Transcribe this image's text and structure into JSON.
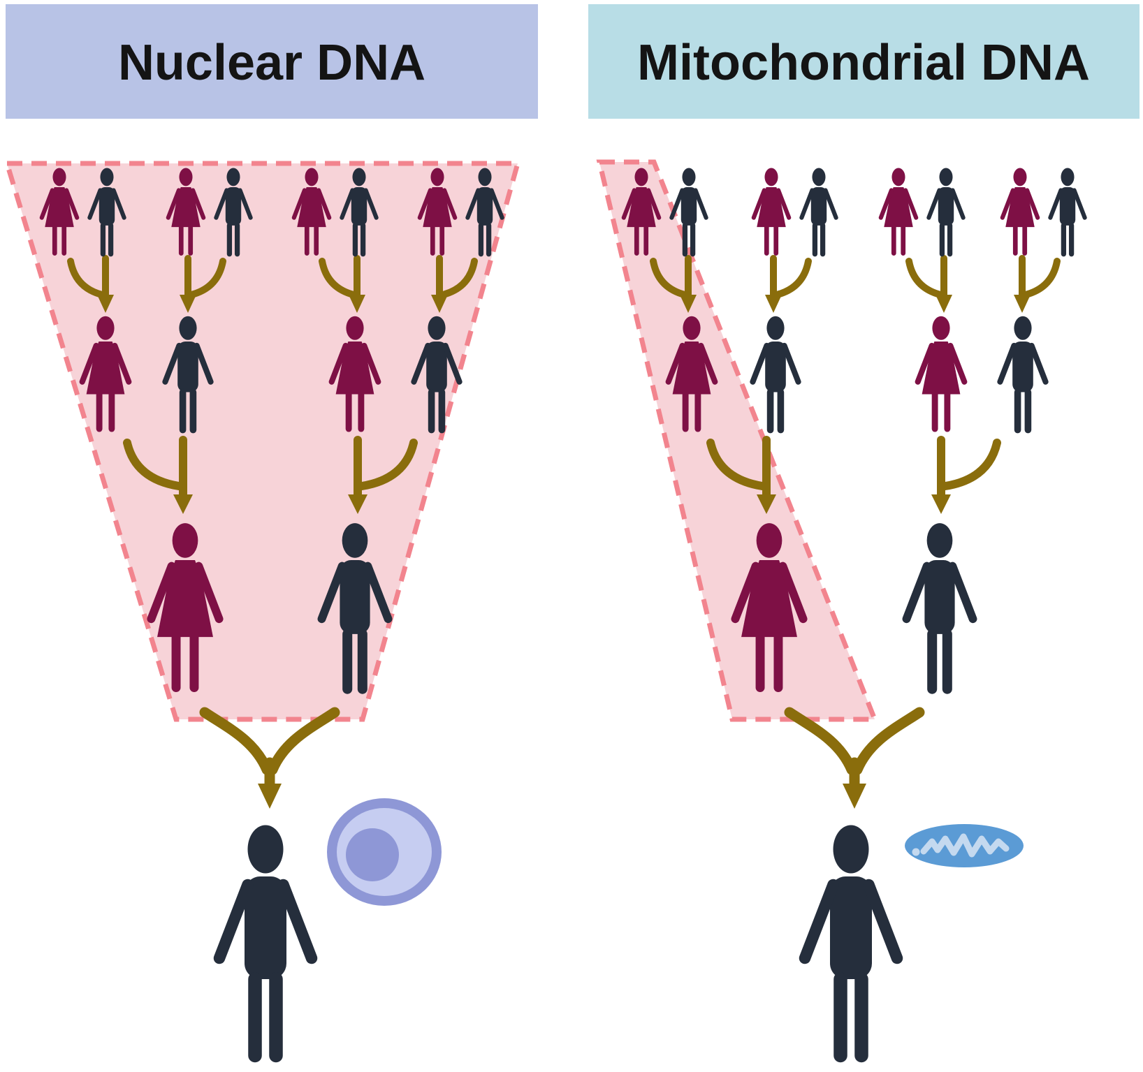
{
  "panels": [
    {
      "id": "nuclear",
      "title": "Nuclear DNA",
      "organelle": "cell",
      "highlighted_lineage": "all ancestors contribute",
      "generations": [
        {
          "label": "great-grandparent-couples",
          "couples": 4
        },
        {
          "label": "grandparent-couples",
          "couples": 2
        },
        {
          "label": "parent-couple",
          "couples": 1
        },
        {
          "label": "offspring",
          "individuals": 1
        }
      ]
    },
    {
      "id": "mitochondrial",
      "title": "Mitochondrial DNA",
      "organelle": "mitochondrion",
      "highlighted_lineage": "maternal line only",
      "generations": [
        {
          "label": "great-grandparent-couples",
          "couples": 4
        },
        {
          "label": "grandparent-couples",
          "couples": 2
        },
        {
          "label": "parent-couple",
          "couples": 1
        },
        {
          "label": "offspring",
          "individuals": 1
        }
      ]
    }
  ],
  "colors": {
    "background": "#ffffff",
    "header_nuclear": "#b8c3e6",
    "header_mitochondrial": "#b8dde6",
    "title_text": "#141414",
    "female": "#7e1045",
    "male": "#252e3c",
    "arrow": "#8a6d0c",
    "highlight_fill": "#f7d3d8",
    "highlight_border": "#f2848e",
    "cell_outline": "#8e97d6",
    "cell_cytoplasm": "#c6cdf1",
    "cell_nucleus": "#8e97d6",
    "mitochondrion_body": "#5b9bd5",
    "mitochondrion_cristae": "#c4d9ef"
  }
}
